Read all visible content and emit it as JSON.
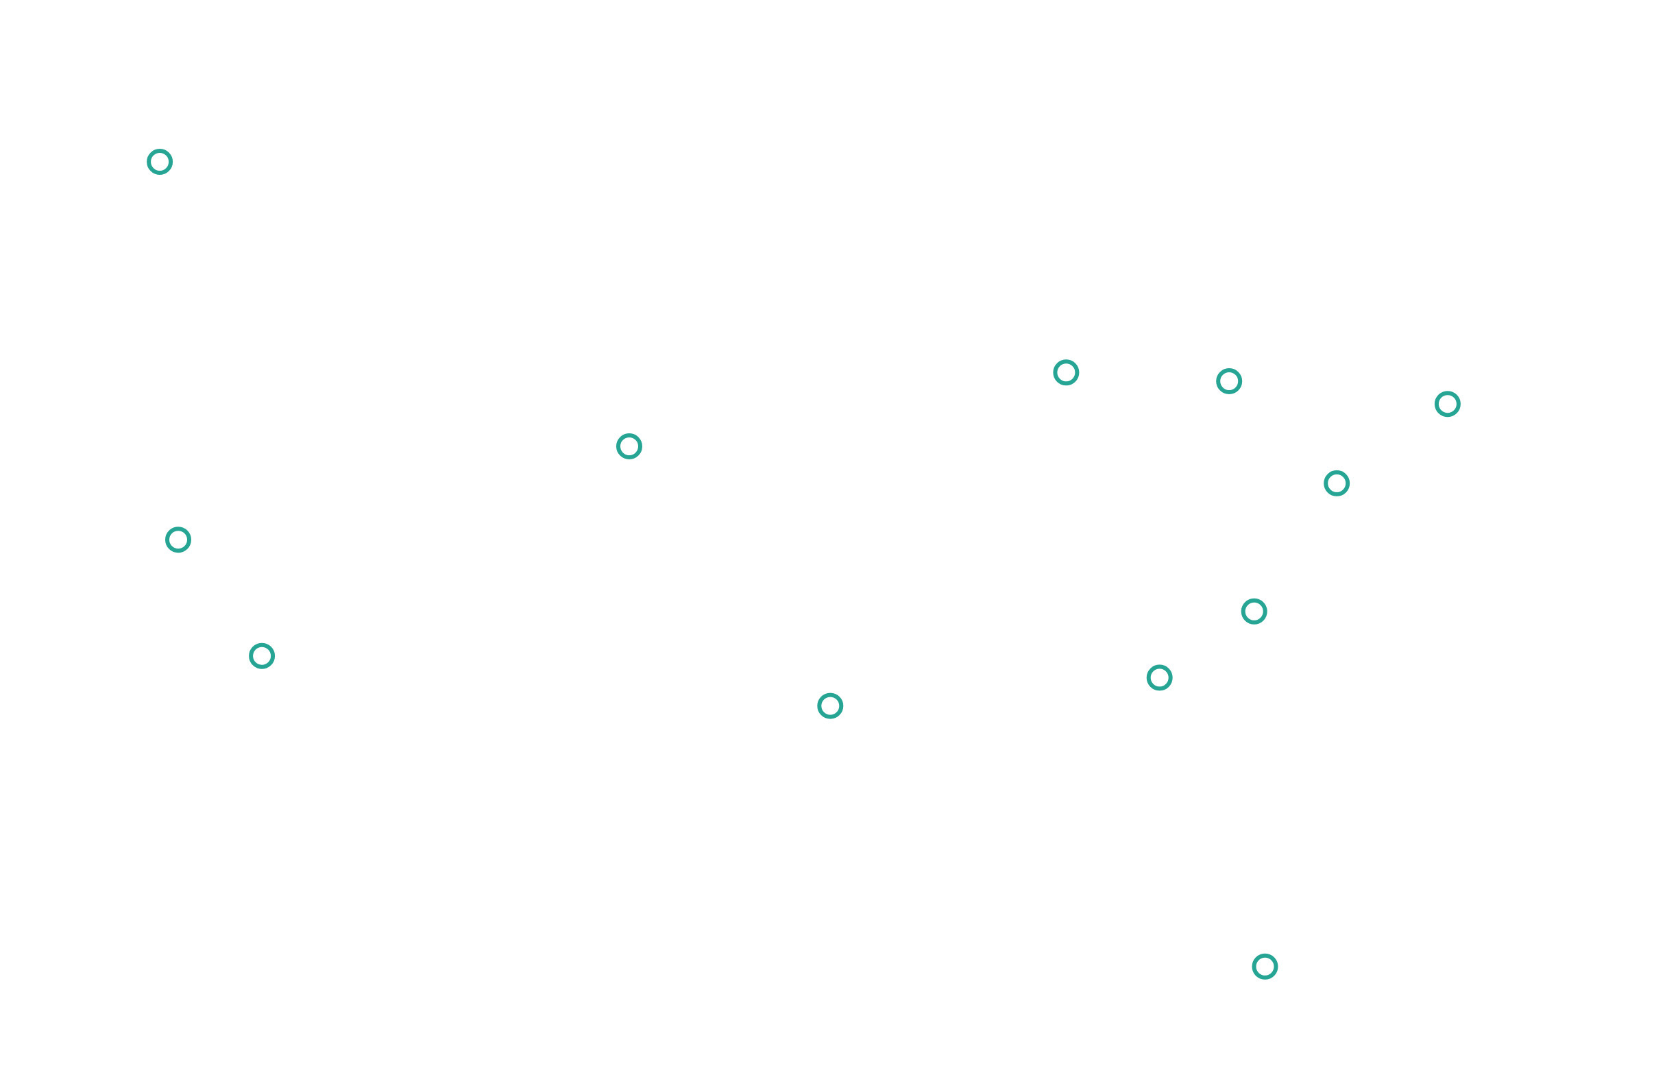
{
  "chart_data": {
    "type": "scatter",
    "title": "",
    "xlabel": "",
    "ylabel": "",
    "grid": false,
    "axes_visible": false,
    "legend": "none",
    "marker": "hollow-circle",
    "color": "#26a595",
    "xlim": [
      0,
      1544
    ],
    "ylim": [
      0,
      1000
    ],
    "series": [
      {
        "points": [
          {
            "x": 147,
            "y": 851
          },
          {
            "x": 164,
            "y": 503
          },
          {
            "x": 241,
            "y": 396
          },
          {
            "x": 579,
            "y": 589
          },
          {
            "x": 764,
            "y": 350
          },
          {
            "x": 981,
            "y": 657
          },
          {
            "x": 1131,
            "y": 649
          },
          {
            "x": 1332,
            "y": 628
          },
          {
            "x": 1230,
            "y": 555
          },
          {
            "x": 1154,
            "y": 437
          },
          {
            "x": 1067,
            "y": 376
          },
          {
            "x": 1164,
            "y": 110
          }
        ]
      }
    ]
  }
}
